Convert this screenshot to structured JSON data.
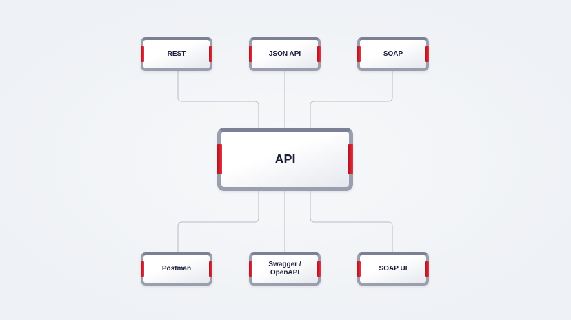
{
  "center": {
    "label": "API"
  },
  "top_nodes": [
    {
      "label": "REST"
    },
    {
      "label": "JSON API"
    },
    {
      "label": "SOAP"
    }
  ],
  "bottom_nodes": [
    {
      "label": "Postman"
    },
    {
      "label": "Swagger / OpenAPI"
    },
    {
      "label": "SOAP UI"
    }
  ],
  "colors": {
    "accent": "#d9242f",
    "frame": "#9a9eae",
    "text": "#1a1c3a",
    "line": "#b8bcc6"
  }
}
